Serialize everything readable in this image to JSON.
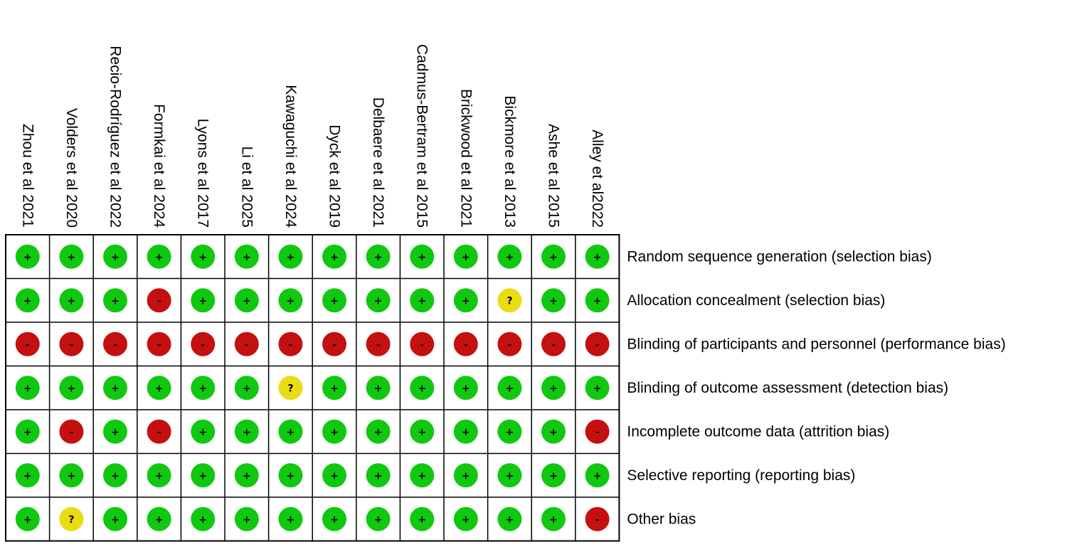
{
  "chart_data": {
    "type": "table",
    "studies": [
      "Zhou et al 2021",
      "Volders et al 2020",
      "Recio-Rodríguez et al 2022",
      "Formkai et al 2024",
      "Lyons et al 2017",
      "Li et al 2025",
      "Kawaguchi et al 2024",
      "Dyck et al 2019",
      "Delbaere et al 2021",
      "Cadmus-Bertram et al 2015",
      "Brickwood et al 2021",
      "Bickmore et al 2013",
      "Ashe et al 2015",
      "Alley et al2022"
    ],
    "domains": [
      "Random sequence generation (selection bias)",
      "Allocation concealment (selection bias)",
      "Blinding of participants and personnel (performance bias)",
      "Blinding of outcome assessment (detection bias)",
      "Incomplete outcome data (attrition bias)",
      "Selective reporting (reporting bias)",
      "Other bias"
    ],
    "judgements": [
      [
        "+",
        "+",
        "+",
        "+",
        "+",
        "+",
        "+",
        "+",
        "+",
        "+",
        "+",
        "+",
        "+",
        "+"
      ],
      [
        "+",
        "+",
        "+",
        "-",
        "+",
        "+",
        "+",
        "+",
        "+",
        "+",
        "+",
        "?",
        "+",
        "+"
      ],
      [
        "-",
        "-",
        "-",
        "-",
        "-",
        "-",
        "-",
        "-",
        "-",
        "-",
        "-",
        "-",
        "-",
        "-"
      ],
      [
        "+",
        "+",
        "+",
        "+",
        "+",
        "+",
        "?",
        "+",
        "+",
        "+",
        "+",
        "+",
        "+",
        "+"
      ],
      [
        "+",
        "-",
        "+",
        "-",
        "+",
        "+",
        "+",
        "+",
        "+",
        "+",
        "+",
        "+",
        "+",
        "-"
      ],
      [
        "+",
        "+",
        "+",
        "+",
        "+",
        "+",
        "+",
        "+",
        "+",
        "+",
        "+",
        "+",
        "+",
        "+"
      ],
      [
        "+",
        "?",
        "+",
        "+",
        "+",
        "+",
        "+",
        "+",
        "+",
        "+",
        "+",
        "+",
        "+",
        "-"
      ]
    ],
    "colors": {
      "low": "#11c811",
      "unclear": "#eadc12",
      "high": "#c41010",
      "grid": "#000000"
    }
  }
}
